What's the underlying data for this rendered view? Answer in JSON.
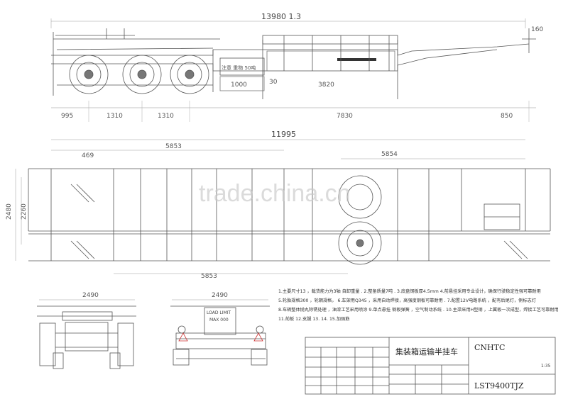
{
  "drawing": {
    "side_view": {
      "dims": {
        "overall_length": "13980 1.3",
        "height_small": "160",
        "seg_1000": "1000",
        "seg_30": "30",
        "seg_3820": "3820",
        "lower_995": "995",
        "lower_1310_a": "1310",
        "lower_1310_b": "1310",
        "lower_7830": "7830",
        "lower_850": "850"
      },
      "sign_text": "注意 重物 50吨"
    },
    "plan_view": {
      "dims": {
        "overall": "11995",
        "left_span": "5853",
        "far_left": "469",
        "right_span": "5854",
        "height_outer": "2480",
        "height_inner": "2260",
        "lower_span": "5853"
      }
    },
    "end_views": {
      "left_width": "2490",
      "right_width": "2490",
      "plate_text_1": "LOAD LIMIT",
      "plate_text_2": "MAX 000"
    },
    "notes": [
      "1.主要尺寸13 ，载货能力为3轴 自卸重量 .      2.整备质量7吨 .   3.底盘钢板厚4.5mm    4.前悬挂采用专业设计，确保行驶稳定性强可靠耐用",
      "5.轮胎规格300 ，轮辋规格， 6.车架用Q345 ，采用自动焊接，高强度钢板可靠耐用 .    7.配置12V电路系统 ，配有后尾灯，侧标志灯",
      "8.车辆整体抛丸除锈处理 ，油漆工艺采用喷涂 9.单点悬挂 钢板弹簧 ，空气制动系统 .  10.主梁采用H型钢 ，上翼板一次成型，焊接工艺可靠耐用",
      "11.前板 12.支腿 13. 14. 15.加强筋"
    ],
    "title_block": {
      "company": "CNHTC",
      "model": "LST9400TJZ",
      "name": "集装箱运输半挂车",
      "sheet": "1:35"
    },
    "watermark": "trade.china.cn"
  }
}
